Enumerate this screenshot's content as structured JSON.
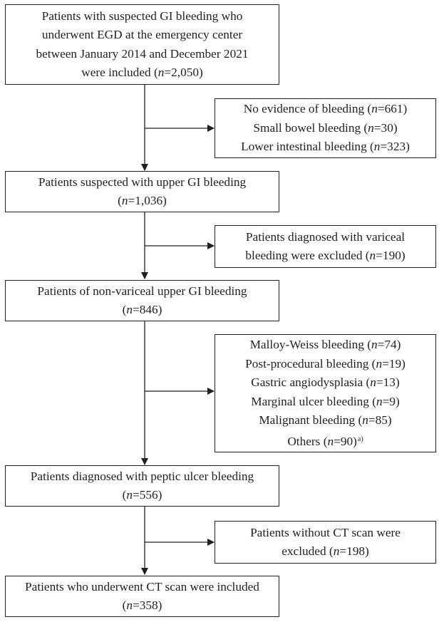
{
  "boxes": {
    "included": {
      "lines": [
        "Patients with suspected GI bleeding who",
        "underwent EGD at the emergency center",
        "between January 2014 and December 2021",
        "were included (n=2,050)"
      ]
    },
    "excluded_1": {
      "lines": [
        "No evidence of bleeding (n=661)",
        "Small bowel bleeding (n=30)",
        "Lower intestinal bleeding (n=323)"
      ]
    },
    "upper_gi": {
      "lines": [
        "Patients suspected with upper GI bleeding",
        "(n=1,036)"
      ]
    },
    "excluded_2": {
      "lines": [
        "Patients diagnosed with variceal",
        "bleeding were excluded (n=190)"
      ]
    },
    "non_variceal": {
      "lines": [
        "Patients of non-variceal upper GI bleeding",
        "(n=846)"
      ]
    },
    "excluded_3": {
      "lines": [
        "Malloy-Weiss bleeding (n=74)",
        "Post-procedural bleeding (n=19)",
        "Gastric angiodysplasia (n=13)",
        "Marginal ulcer bleeding (n=9)",
        "Malignant bleeding (n=85)",
        "Others (n=90)"
      ],
      "footnote_marker": "a)"
    },
    "peptic_ulcer": {
      "lines": [
        "Patients diagnosed with peptic ulcer bleeding",
        "(n=556)"
      ]
    },
    "excluded_4": {
      "lines": [
        "Patients without CT scan were",
        "excluded (n=198)"
      ]
    },
    "final": {
      "lines": [
        "Patients who underwent CT scan were included",
        "(n=358)"
      ]
    }
  }
}
